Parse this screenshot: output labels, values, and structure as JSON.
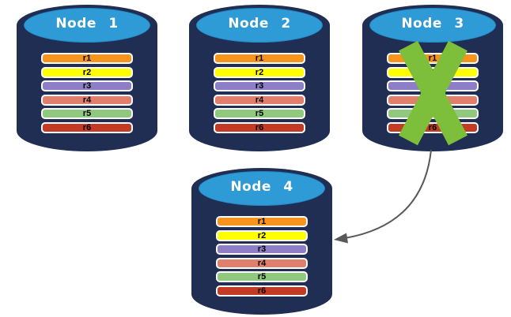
{
  "canvas": {
    "background": "#FFFFFF"
  },
  "colors": {
    "cylinder_body": "#1F2E52",
    "cylinder_top": "#2E9AD6",
    "node_label_text": "#FFFFFF",
    "record_border": "#FFFFFF",
    "record_text": "#000000"
  },
  "nodes": [
    {
      "label": "Node 1",
      "failed": false,
      "records": [
        {
          "label": "r1",
          "color": "#F7941D"
        },
        {
          "label": "r2",
          "color": "#FFFF00"
        },
        {
          "label": "r3",
          "color": "#8D7EC7"
        },
        {
          "label": "r4",
          "color": "#E0806C"
        },
        {
          "label": "r5",
          "color": "#90C97E"
        },
        {
          "label": "r6",
          "color": "#C33B25"
        }
      ]
    },
    {
      "label": "Node 2",
      "failed": false,
      "records": [
        {
          "label": "r1",
          "color": "#F7941D"
        },
        {
          "label": "r2",
          "color": "#FFFF00"
        },
        {
          "label": "r3",
          "color": "#8D7EC7"
        },
        {
          "label": "r4",
          "color": "#E0806C"
        },
        {
          "label": "r5",
          "color": "#90C97E"
        },
        {
          "label": "r6",
          "color": "#C33B25"
        }
      ]
    },
    {
      "label": "Node 3",
      "failed": true,
      "records": [
        {
          "label": "r1",
          "color": "#F7941D"
        },
        {
          "label": "r2",
          "color": "#FFFF00"
        },
        {
          "label": "r3",
          "color": "#8D7EC7"
        },
        {
          "label": "r4",
          "color": "#E0806C"
        },
        {
          "label": "r5",
          "color": "#90C97E"
        },
        {
          "label": "r6",
          "color": "#C33B25"
        }
      ]
    },
    {
      "label": "Node 4",
      "failed": false,
      "records": [
        {
          "label": "r1",
          "color": "#F7941D"
        },
        {
          "label": "r2",
          "color": "#FFFF00"
        },
        {
          "label": "r3",
          "color": "#8D7EC7"
        },
        {
          "label": "r4",
          "color": "#E0806C"
        },
        {
          "label": "r5",
          "color": "#90C97E"
        },
        {
          "label": "r6",
          "color": "#C33B25"
        }
      ]
    }
  ],
  "failure_marker": {
    "on_node": "Node 3",
    "glyph": "X",
    "color": "#7DBE3A"
  },
  "arrow": {
    "from": "Node 3",
    "to": "Node 4",
    "color": "#595959"
  }
}
